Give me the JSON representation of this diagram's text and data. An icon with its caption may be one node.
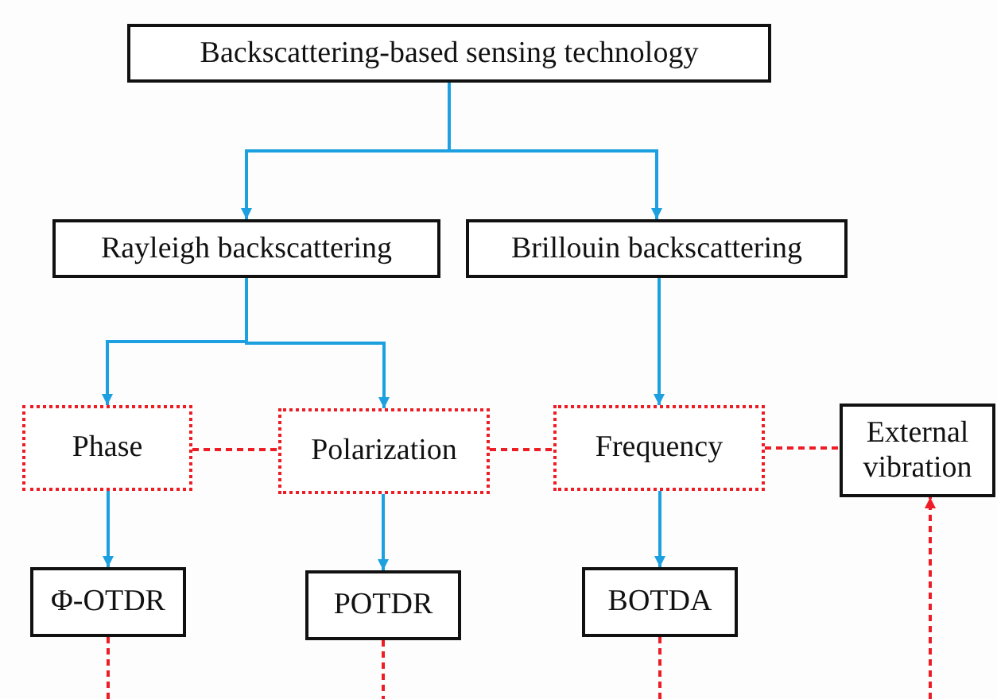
{
  "diagram": {
    "nodes": [
      {
        "text": [
          "Backscattering-based sensing technology"
        ]
      },
      {
        "text": [
          "Rayleigh backscattering"
        ]
      },
      {
        "text": [
          "Brillouin backscattering"
        ]
      },
      {
        "text": [
          "Phase"
        ]
      },
      {
        "text": [
          "Polarization"
        ]
      },
      {
        "text": [
          "Frequency"
        ]
      },
      {
        "text": [
          "External vibration"
        ]
      },
      {
        "text": [
          "Φ-OTDR"
        ]
      },
      {
        "text": [
          "POTDR"
        ]
      },
      {
        "text": [
          "BOTDA"
        ]
      }
    ],
    "edges": [
      {
        "from": 0,
        "to": 1,
        "arrow": "to"
      },
      {
        "from": 0,
        "to": 2,
        "arrow": "to"
      },
      {
        "from": 1,
        "to": 3,
        "arrow": "to"
      },
      {
        "from": 1,
        "to": 4,
        "arrow": "to"
      },
      {
        "from": 2,
        "to": 5,
        "arrow": "to"
      },
      {
        "from": 3,
        "to": 7,
        "arrow": "to"
      },
      {
        "from": 4,
        "to": 8,
        "arrow": "to"
      },
      {
        "from": 5,
        "to": 9,
        "arrow": "to"
      },
      {
        "from": 3,
        "to": 4,
        "arrow": "none",
        "style": "dashed",
        "color": "#ee1c24"
      },
      {
        "from": 4,
        "to": 5,
        "arrow": "none",
        "style": "dashed",
        "color": "#ee1c24"
      },
      {
        "from": 5,
        "to": 6,
        "arrow": "none",
        "style": "dashed",
        "color": "#ee1c24"
      },
      {
        "from": 7,
        "to": null,
        "arrow": "none",
        "style": "dashed",
        "color": "#ee1c24"
      },
      {
        "from": 8,
        "to": null,
        "arrow": "none",
        "style": "dashed",
        "color": "#ee1c24"
      },
      {
        "from": 9,
        "to": null,
        "arrow": "none",
        "style": "dashed",
        "color": "#ee1c24"
      },
      {
        "from": null,
        "to": 6,
        "arrow": "to",
        "style": "dashed",
        "color": "#ee1c24"
      }
    ]
  }
}
